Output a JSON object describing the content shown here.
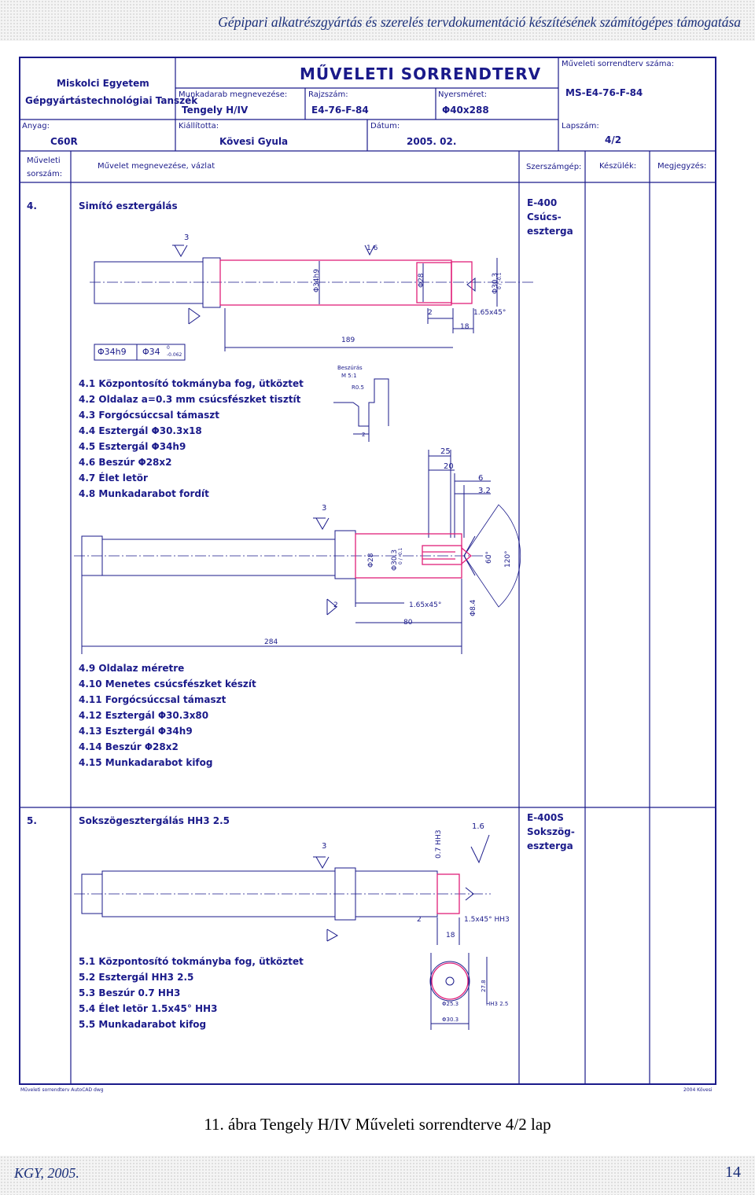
{
  "header": {
    "title": "Gépipari alkatrészgyártás és szerelés tervdokumentáció készítésének számítógépes támogatása"
  },
  "sheet": {
    "university": "Miskolci Egyetem",
    "department": "Gépgyártástechnológiai Tanszék",
    "title": "MŰVELETI SORRENDTERV",
    "plan_number_label": "Műveleti sorrendterv száma:",
    "plan_number": "MS-E4-76-F-84",
    "part_name_label": "Munkadarab megnevezése:",
    "part_name": "Tengely H/IV",
    "drawing_no_label": "Rajzszám:",
    "drawing_no": "E4-76-F-84",
    "blank_size_label": "Nyersméret:",
    "blank_size": "Φ40x288",
    "material_label": "Anyag:",
    "material": "C60R",
    "issued_by_label": "Kiállította:",
    "issued_by": "Kövesi Gyula",
    "date_label": "Dátum:",
    "date": "2005. 02.",
    "sheet_no_label": "Lapszám:",
    "sheet_no": "4/2",
    "col_op_no_1": "Műveleti",
    "col_op_no_2": "sorszám:",
    "col_op_name": "Művelet megnevezése, vázlat",
    "col_machine": "Szerszámgép:",
    "col_fixture": "Készülék:",
    "col_notes": "Megjegyzés:",
    "op4": {
      "no": "4.",
      "name": "Simító esztergálás",
      "machine": [
        "E-400",
        "Csúcs-",
        "eszterga"
      ],
      "steps_a": [
        "4.1 Központosító tokmányba fog, ütköztet",
        "4.2 Oldalaz a=0.3 mm csúcsfészket tisztít",
        "4.3 Forgócsúccsal támaszt",
        "4.4 Esztergál Φ30.3x18",
        "4.5 Esztergál Φ34h9",
        "4.6 Beszúr Φ28x2",
        "4.7 Élet letör",
        "4.8 Munkadarabot fordít"
      ],
      "steps_b": [
        "4.9 Oldalaz méretre",
        "4.10 Menetes csúcsfészket készít",
        "4.11 Forgócsúccsal támaszt",
        "4.12 Esztergál Φ30.3x80",
        "4.13 Esztergál Φ34h9",
        "4.14 Beszúr Φ28x2",
        "4.15 Munkadarabot kifog"
      ],
      "tol_box": [
        "Φ34h9",
        "Φ34",
        "0",
        "-0.062"
      ],
      "dims1": {
        "d34": "Φ34h9",
        "d28": "Φ28",
        "d303": "Φ30.3",
        "d303tol": "0 / -0.1",
        "l2": "2",
        "chamfer": "1.65x45°",
        "l18": "18",
        "l189": "189",
        "rough": "1.6",
        "sym": "3"
      },
      "detail": {
        "title": "Beszúrás",
        "scale": "M 5:1",
        "radius": "R0.5",
        "dim": "2"
      },
      "dims2": {
        "l25": "25",
        "l20": "20",
        "l6": "6",
        "l32": "3.2",
        "d28": "Φ28",
        "d303": "Φ30.3",
        "d303tol": "0 / -0.1",
        "a60": "60°",
        "a120": "120°",
        "l2": "2",
        "chamfer": "1.65x45°",
        "d84": "Φ8.4",
        "l80": "80",
        "l284": "284",
        "sym": "3"
      }
    },
    "op5": {
      "no": "5.",
      "name": "Sokszögesztergálás HH3 2.5",
      "machine": [
        "E-400S",
        "Sokszög-",
        "eszterga"
      ],
      "steps": [
        "5.1 Központosító tokmányba fog, ütköztet",
        "5.2 Esztergál HH3 2.5",
        "5.3 Beszúr 0.7 HH3",
        "5.4 Élet letör 1.5x45° HH3",
        "5.5 Munkadarabot kifog"
      ],
      "dims": {
        "l07": "0.7 HH3",
        "rough": "1.6",
        "l2": "2",
        "chamfer": "1.5x45° HH3",
        "l18": "18",
        "sym": "3",
        "d253": "Φ25.3",
        "hh3": "HH3 2.5",
        "d303": "Φ30.3",
        "v278": "27.8"
      }
    },
    "footer_left": "Műveleti sorrendterv AutoCAD dwg",
    "footer_right": "2004 Kövesi"
  },
  "caption": "11. ábra Tengely H/IV Műveleti sorrendterve 4/2 lap",
  "footer": {
    "left": "KGY, 2005.",
    "page": "14"
  },
  "colors": {
    "ink": "#1a1a8a",
    "highlight": "#e0207a",
    "header_text": "#1a2f7a"
  }
}
